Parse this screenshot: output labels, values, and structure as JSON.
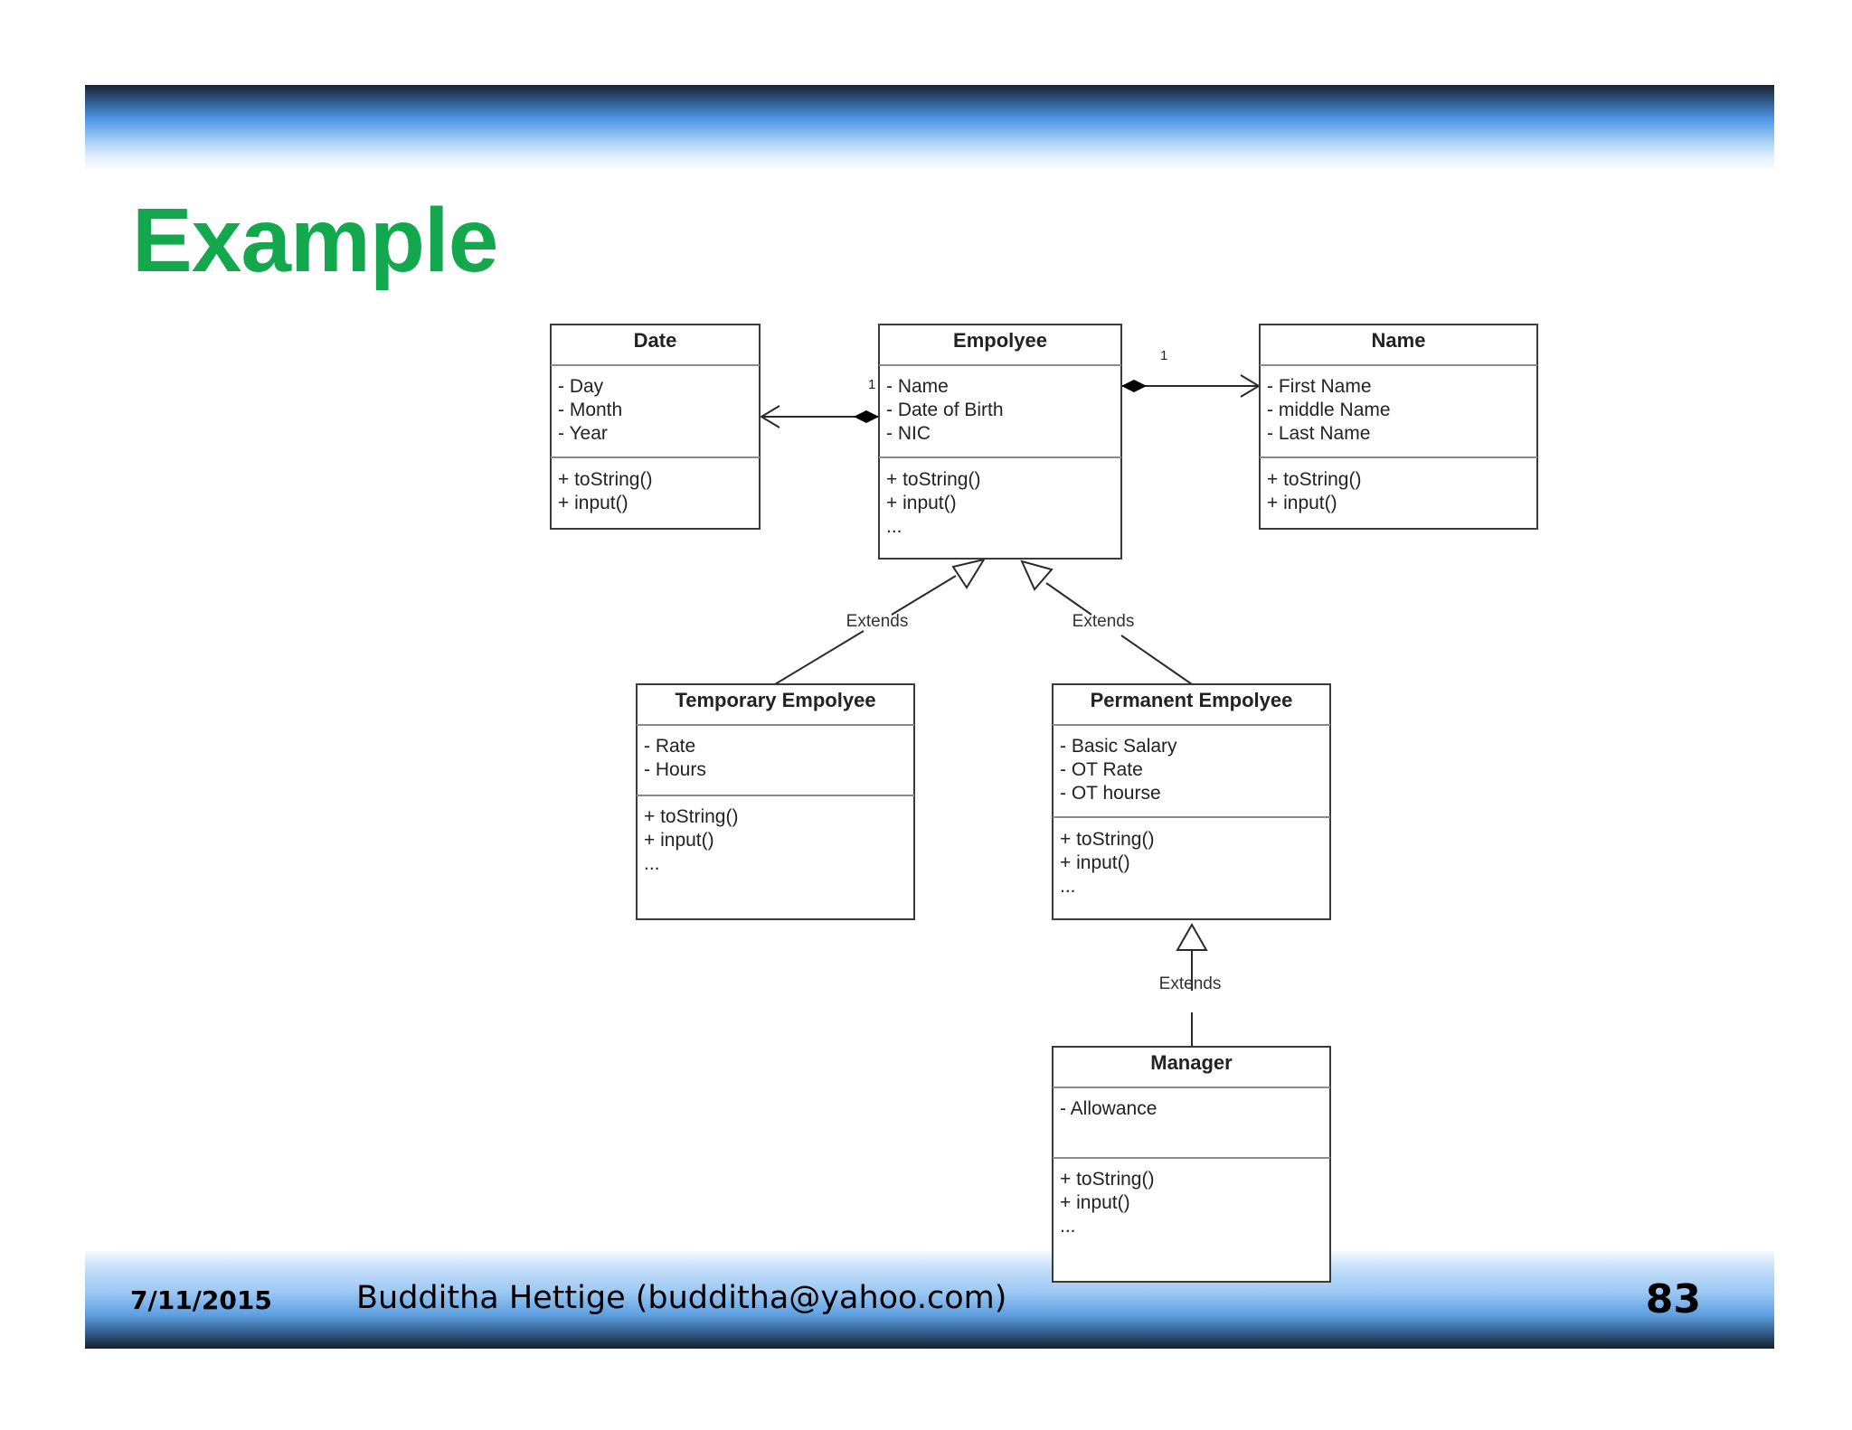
{
  "slide": {
    "title": "Example",
    "footer_date": "7/11/2015",
    "footer_author": "Budditha Hettige (budditha@yahoo.com)",
    "page_number": "83"
  },
  "classes": {
    "date": {
      "name": "Date",
      "attributes": [
        "- Day",
        "- Month",
        "- Year"
      ],
      "methods": [
        "+ toString()",
        "+ input()"
      ]
    },
    "employee": {
      "name": "Empolyee",
      "attributes": [
        "- Name",
        "- Date of Birth",
        "- NIC"
      ],
      "methods": [
        "+ toString()",
        "+ input()",
        "..."
      ]
    },
    "name": {
      "name": "Name",
      "attributes": [
        "- First Name",
        "- middle Name",
        "- Last Name"
      ],
      "methods": [
        "+ toString()",
        "+ input()"
      ]
    },
    "temporary": {
      "name": "Temporary Empolyee",
      "attributes": [
        "- Rate",
        "- Hours"
      ],
      "methods": [
        "+ toString()",
        "+ input()",
        "..."
      ]
    },
    "permanent": {
      "name": "Permanent Empolyee",
      "attributes": [
        "- Basic Salary",
        "- OT Rate",
        "- OT hourse"
      ],
      "methods": [
        "+ toString()",
        "+ input()",
        "..."
      ]
    },
    "manager": {
      "name": "Manager",
      "attributes": [
        "- Allowance"
      ],
      "methods": [
        "+ toString()",
        "+ input()",
        "..."
      ]
    }
  },
  "relations": {
    "employee_date_multiplicity": "1",
    "employee_name_multiplicity": "1",
    "extends_label": "Extends"
  }
}
